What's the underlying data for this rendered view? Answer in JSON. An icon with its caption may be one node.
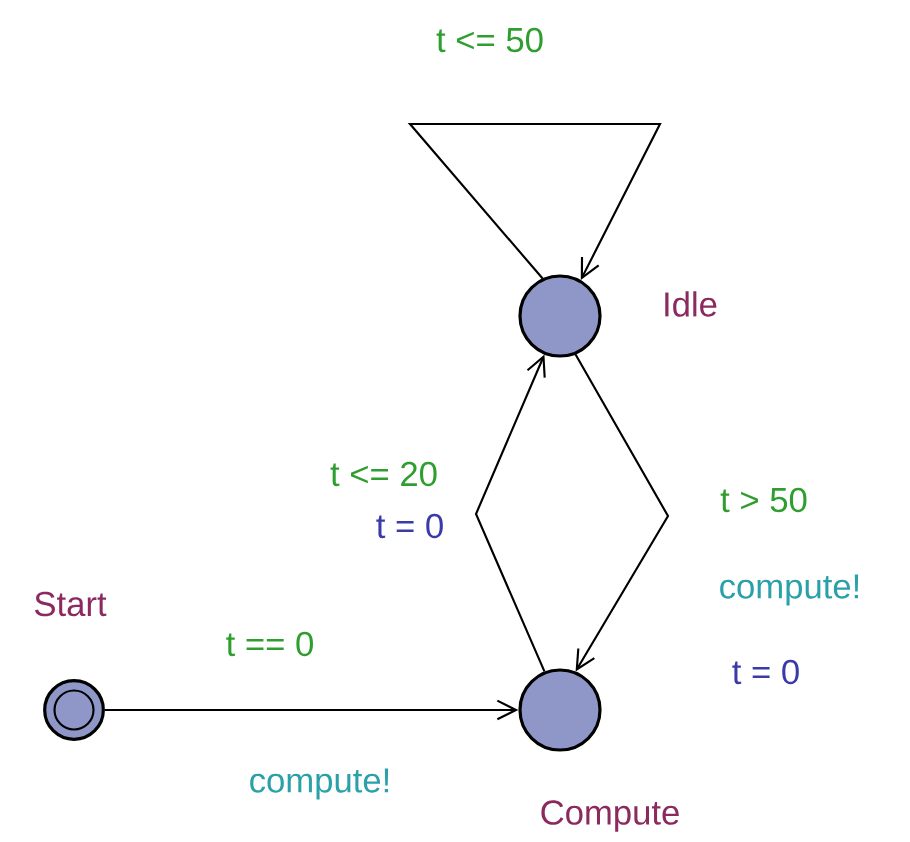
{
  "diagram": {
    "nodes": [
      {
        "text": [
          "Start"
        ]
      },
      {
        "text": [
          "Idle"
        ]
      },
      {
        "text": [
          "Compute"
        ]
      }
    ],
    "edges": [
      {
        "from": 0,
        "to": 2,
        "arrow": "to",
        "label": "t == 0"
      },
      {
        "from": 1,
        "to": 1,
        "arrow": "to",
        "label": "t <= 50"
      },
      {
        "from": 2,
        "to": 1,
        "arrow": "to",
        "label": "t <= 20"
      },
      {
        "from": 1,
        "to": 2,
        "arrow": "to",
        "label": "t > 50"
      }
    ],
    "labels": [
      "t = 0",
      "compute!",
      "t = 0",
      "compute!"
    ]
  }
}
